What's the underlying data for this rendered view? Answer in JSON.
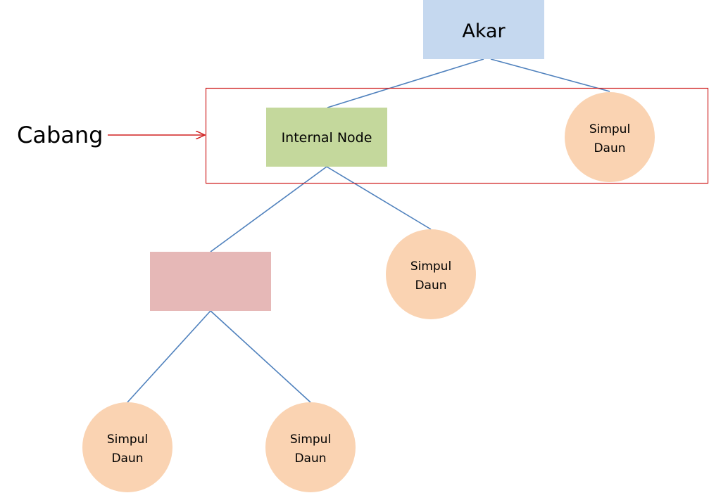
{
  "diagram": {
    "root": {
      "label": "Akar",
      "color": "#c5d8ef"
    },
    "internal_node": {
      "label": "Internal Node",
      "color": "#c4d89c"
    },
    "unlabeled_node": {
      "label": "",
      "color": "#e6b8b7"
    },
    "leaf": {
      "line1": "Simpul",
      "line2": "Daun",
      "color": "#fad3b2"
    },
    "branch": {
      "label": "Cabang",
      "box_color": "#d02020",
      "arrow_color": "#d02020"
    },
    "edge_color": "#4f81bd"
  }
}
